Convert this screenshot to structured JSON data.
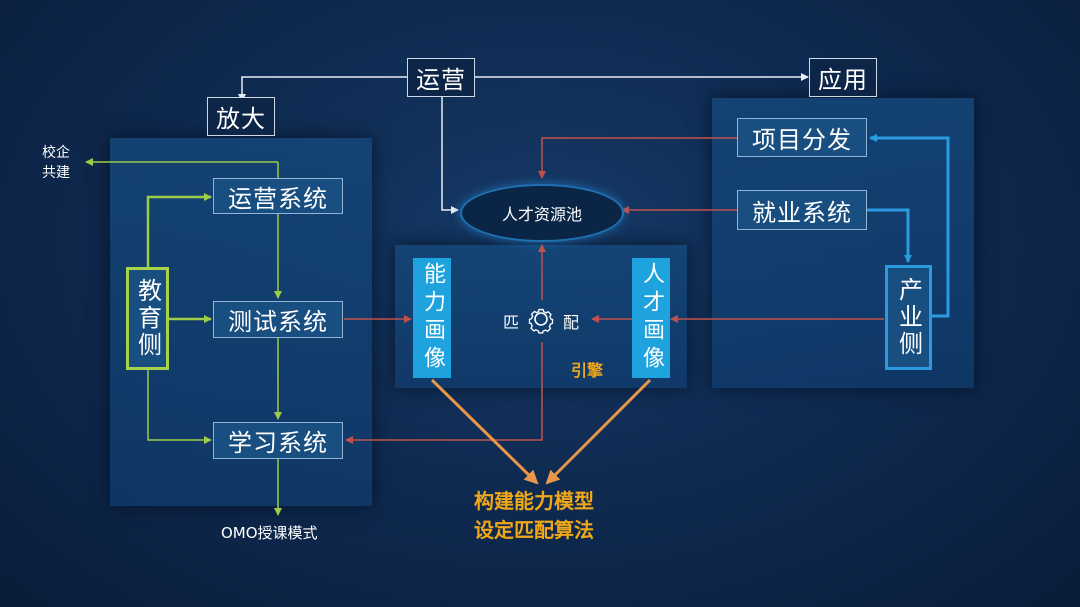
{
  "top": {
    "ops": "运营",
    "amplify": "放大",
    "apply": "应用"
  },
  "left": {
    "school_line1": "校企",
    "school_line2": "共建",
    "ops_system": "运营系统",
    "test_system": "测试系统",
    "learn_system": "学习系统",
    "education_side": "教育侧",
    "omo": "OMO授课模式"
  },
  "center": {
    "talent_pool": "人才资源池",
    "ability_portrait": "能力画像",
    "talent_portrait": "人才画像",
    "match_left": "匹",
    "match_right": "配",
    "engine": "引擎",
    "conclusion_line1": "构建能力模型",
    "conclusion_line2": "设定匹配算法"
  },
  "right": {
    "project_dispatch": "项目分发",
    "employment_system": "就业系统",
    "industry_side": "产业侧"
  },
  "colors": {
    "green_line": "#9ecb48",
    "red_line": "#c2514c",
    "blue_line": "#2b9ae0",
    "orange_line": "#e8964a",
    "white_line": "#e6ecf4",
    "bar_fill": "#1fa3de",
    "gold_text": "#f0a818"
  },
  "icons": [
    "gear-icon"
  ]
}
